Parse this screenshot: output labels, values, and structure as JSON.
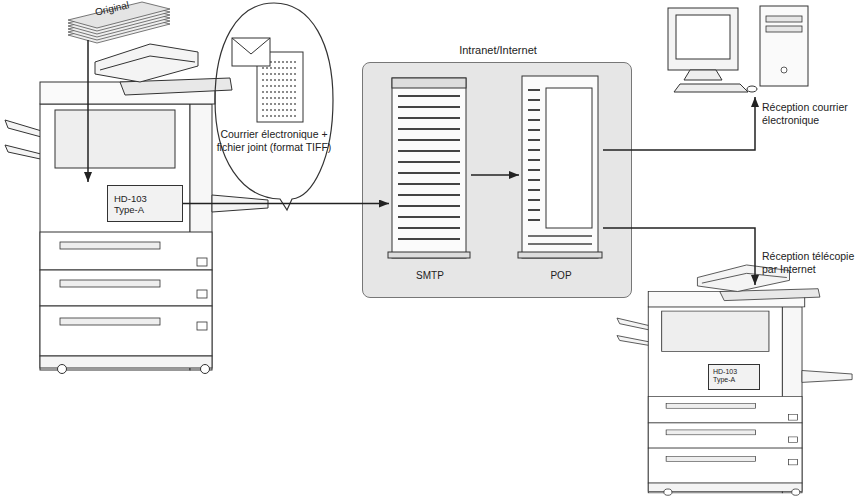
{
  "diagram": {
    "nodes": [
      {
        "text": [
          "Courrier électronique + fichier joint (format TIFF)"
        ]
      },
      {
        "text": [
          "HD-103 Type-A"
        ]
      },
      {
        "text": [
          "Intranet/Internet"
        ]
      },
      {
        "text": [
          "SMTP"
        ],
        "in": 2
      },
      {
        "text": [
          "POP"
        ],
        "in": 2
      },
      {
        "text": [
          "Réception courrier électronique"
        ]
      },
      {
        "text": [
          "HD-103 Type-A"
        ]
      }
    ],
    "edges": [
      {
        "from": 1,
        "to": 3,
        "arrow": "to"
      },
      {
        "from": 3,
        "to": 4,
        "arrow": "to"
      },
      {
        "from": 4,
        "to": 5,
        "arrow": "to"
      },
      {
        "from": 4,
        "to": 6,
        "arrow": "to",
        "label": "Réception télécopie par Internet"
      }
    ],
    "labels": [
      "Original"
    ]
  }
}
